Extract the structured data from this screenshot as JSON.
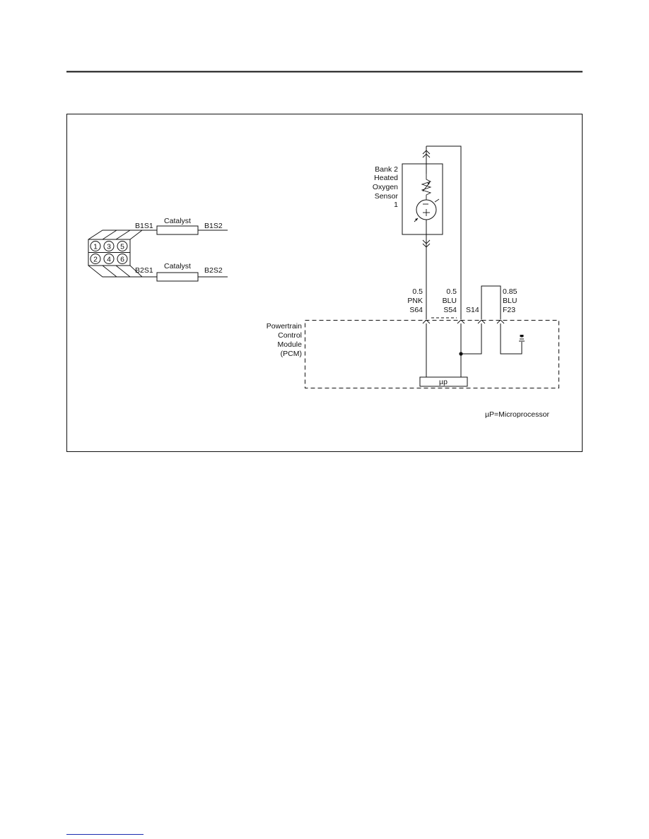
{
  "catalyst_diagram": {
    "cylinders": [
      "1",
      "3",
      "5",
      "2",
      "4",
      "6"
    ],
    "bank1": {
      "upstream_sensor": "B1S1",
      "catalyst": "Catalyst",
      "downstream_sensor": "B1S2"
    },
    "bank2": {
      "upstream_sensor": "B2S1",
      "catalyst": "Catalyst",
      "downstream_sensor": "B2S2"
    }
  },
  "sensor": {
    "label_lines": [
      "Bank 2",
      "Heated",
      "Oxygen",
      "Sensor",
      "1"
    ]
  },
  "wires": [
    {
      "size": "0.5",
      "color": "PNK",
      "pin": "S64"
    },
    {
      "size": "0.5",
      "color": "BLU",
      "pin": "S54"
    },
    {
      "size": "",
      "color": "",
      "pin": "S14"
    },
    {
      "size": "0.85",
      "color": "BLU",
      "pin": "F23"
    }
  ],
  "pcm": {
    "label_lines": [
      "Powertrain",
      "Control",
      "Module",
      "(PCM)"
    ],
    "processor_label": "µp"
  },
  "legend": "µP=Microprocessor",
  "colors": {
    "ink": "#111111",
    "background": "#ffffff"
  }
}
